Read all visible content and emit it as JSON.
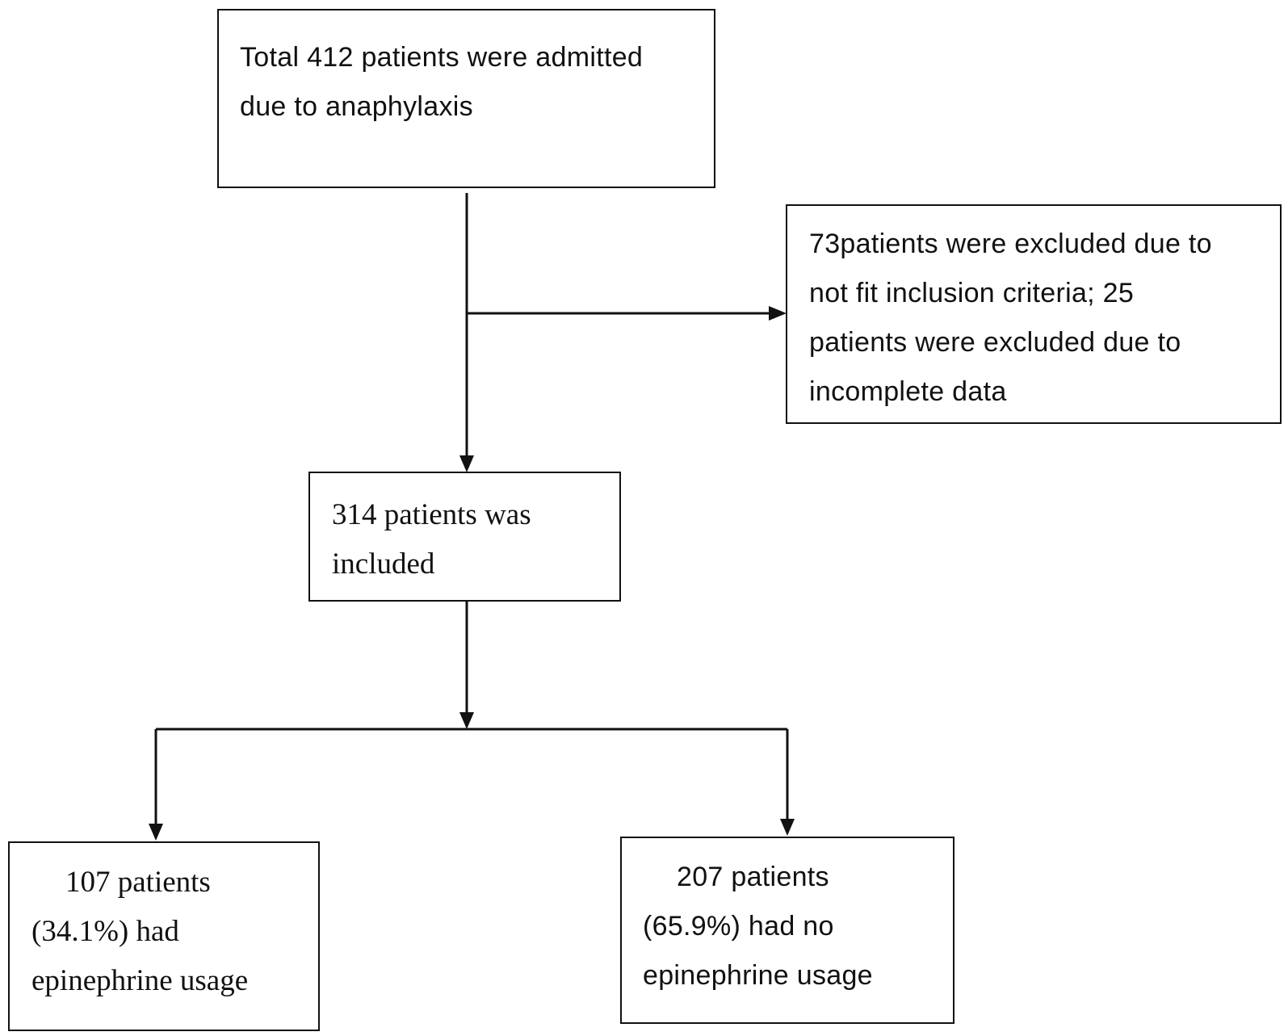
{
  "boxes": {
    "total": {
      "lines": [
        "Total 412 patients were admitted",
        "due to anaphylaxis"
      ]
    },
    "excluded": {
      "lines": [
        "73patients were excluded due to",
        "not fit inclusion criteria; 25",
        "patients were excluded due to",
        "incomplete data"
      ]
    },
    "included": {
      "lines": [
        "314 patients was",
        "included"
      ]
    },
    "epinephrine": {
      "lines": [
        "107 patients",
        "(34.1%) had",
        "epinephrine usage"
      ]
    },
    "no_epinephrine": {
      "lines": [
        "207 patients",
        "(65.9%) had no",
        "epinephrine usage"
      ]
    }
  },
  "colors": {
    "line": "#111111",
    "box_border": "#111111",
    "background": "#ffffff"
  }
}
